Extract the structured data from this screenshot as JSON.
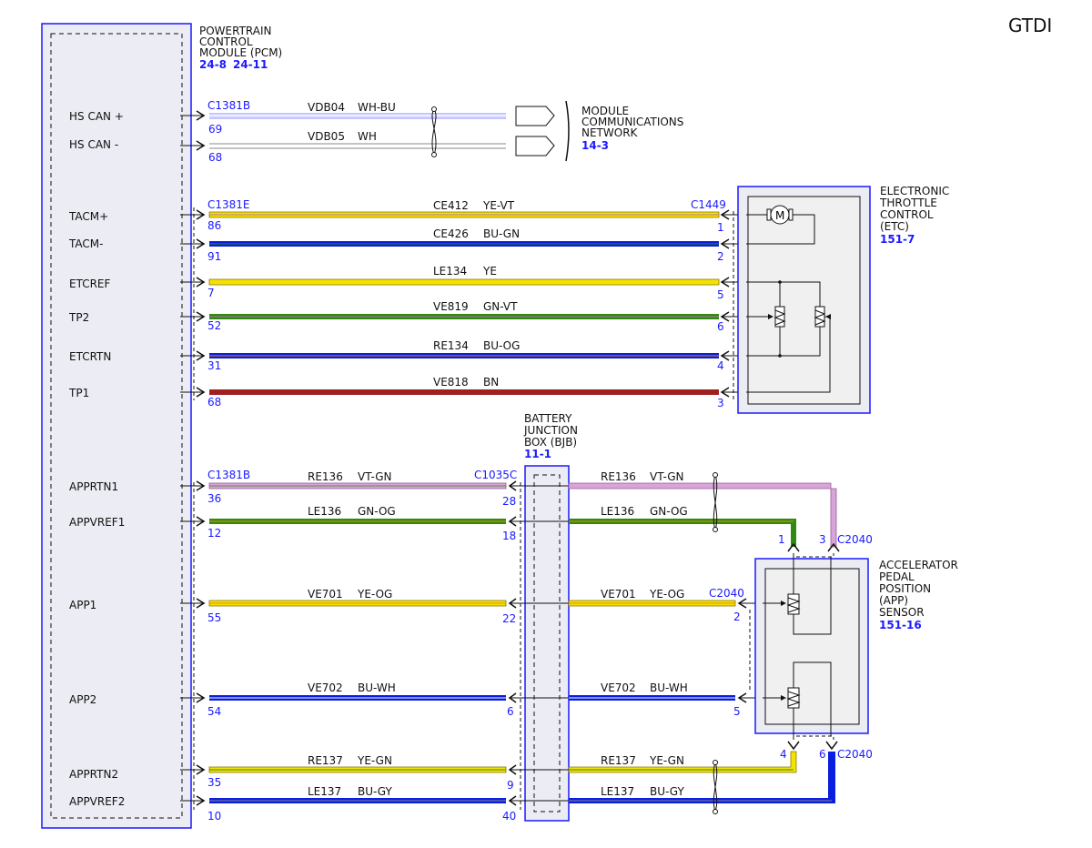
{
  "title": "GTDI",
  "pcm": {
    "name": [
      "POWERTRAIN",
      "CONTROL",
      "MODULE (PCM)"
    ],
    "refs": [
      "24-8",
      "24-11"
    ],
    "signals": [
      "HS CAN +",
      "HS CAN -",
      "TACM+",
      "TACM-",
      "ETCREF",
      "TP2",
      "ETCRTN",
      "TP1",
      "APPRTN1",
      "APPVREF1",
      "APP1",
      "APP2",
      "APPRTN2",
      "APPVREF2"
    ]
  },
  "mcn": {
    "name": [
      "MODULE",
      "COMMUNICATIONS",
      "NETWORK"
    ],
    "ref": "14-3"
  },
  "etc": {
    "name": [
      "ELECTRONIC",
      "THROTTLE",
      "CONTROL",
      "(ETC)"
    ],
    "ref": "151-7",
    "motor_symbol": "M"
  },
  "bjb": {
    "name": [
      "BATTERY",
      "JUNCTION",
      "BOX (BJB)"
    ],
    "ref": "11-1"
  },
  "app_sensor": {
    "name": [
      "ACCELERATOR",
      "PEDAL",
      "POSITION",
      "(APP)",
      "SENSOR"
    ],
    "ref": "151-16"
  },
  "connectors": {
    "c1381b": "C1381B",
    "c1381e": "C1381E",
    "c1449": "C1449",
    "c1035c": "C1035C",
    "c2040": "C2040"
  },
  "wires_left": [
    {
      "circuit": "VDB04",
      "color": "WH-BU",
      "pin": "69"
    },
    {
      "circuit": "VDB05",
      "color": "WH",
      "pin": "68"
    },
    {
      "circuit": "CE412",
      "color": "YE-VT",
      "pin": "86",
      "pin_far": "1"
    },
    {
      "circuit": "CE426",
      "color": "BU-GN",
      "pin": "91",
      "pin_far": "2"
    },
    {
      "circuit": "LE134",
      "color": "YE",
      "pin": "7",
      "pin_far": "5"
    },
    {
      "circuit": "VE819",
      "color": "GN-VT",
      "pin": "52",
      "pin_far": "6"
    },
    {
      "circuit": "RE134",
      "color": "BU-OG",
      "pin": "31",
      "pin_far": "4"
    },
    {
      "circuit": "VE818",
      "color": "BN",
      "pin": "68",
      "pin_far": "3"
    },
    {
      "circuit": "RE136",
      "color": "VT-GN",
      "pin": "36",
      "pin_far": "28"
    },
    {
      "circuit": "LE136",
      "color": "GN-OG",
      "pin": "12",
      "pin_far": "18"
    },
    {
      "circuit": "VE701",
      "color": "YE-OG",
      "pin": "55",
      "pin_far": "22"
    },
    {
      "circuit": "VE702",
      "color": "BU-WH",
      "pin": "54",
      "pin_far": "6"
    },
    {
      "circuit": "RE137",
      "color": "YE-GN",
      "pin": "35",
      "pin_far": "9"
    },
    {
      "circuit": "LE137",
      "color": "BU-GY",
      "pin": "10",
      "pin_far": "40"
    }
  ],
  "wires_right": [
    {
      "circuit": "RE136",
      "color": "VT-GN",
      "pin": "3"
    },
    {
      "circuit": "LE136",
      "color": "GN-OG",
      "pin": "1"
    },
    {
      "circuit": "VE701",
      "color": "YE-OG",
      "pin": "2"
    },
    {
      "circuit": "VE702",
      "color": "BU-WH",
      "pin": "5"
    },
    {
      "circuit": "RE137",
      "color": "YE-GN",
      "pin": "4"
    },
    {
      "circuit": "LE137",
      "color": "BU-GY",
      "pin": "6"
    }
  ],
  "colors": {
    "module_border": "#1a1aff",
    "module_fill": "#ececf4",
    "inner_fill": "#f0f0f0",
    "YE": "#f5e200",
    "BU": "#0a1ee0",
    "GN": "#2f8a10",
    "VT": "#b070b0",
    "BN": "#a02020",
    "WH": "#ffffff",
    "OG": "#f08a00",
    "GY": "#888888"
  }
}
